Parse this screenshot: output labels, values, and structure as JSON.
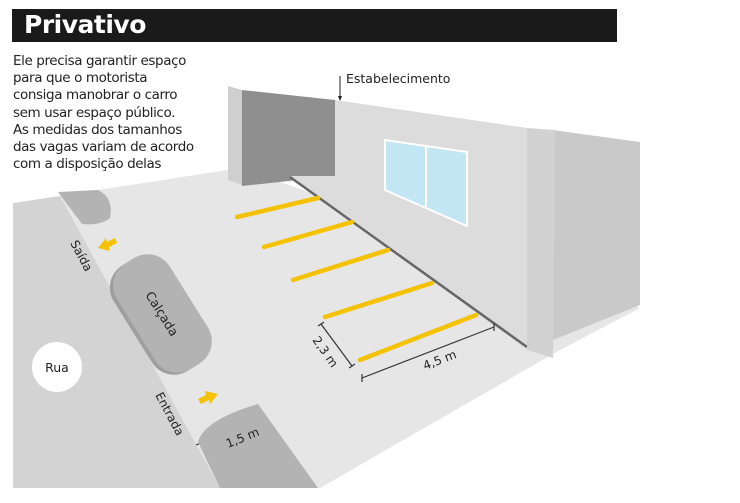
{
  "title": "Privativo",
  "intro_lines": [
    "Ele precisa garantir espaço",
    "para que o motorista",
    "consiga manobrar o carro",
    "sem usar espaço público.",
    "As medidas dos tamanhos",
    "das vagas variam de acordo",
    "com a disposição delas"
  ],
  "labels": {
    "establishment": "Estabelecimento",
    "exit": "Saída",
    "sidewalk": "Calçada",
    "street": "Rua",
    "entrance": "Entrada",
    "entrance_width": "1,5 m",
    "spot_width": "2,3 m",
    "spot_length": "4,5 m"
  },
  "colors": {
    "stripe": "#f5c200",
    "window": "#c3e6f4"
  }
}
